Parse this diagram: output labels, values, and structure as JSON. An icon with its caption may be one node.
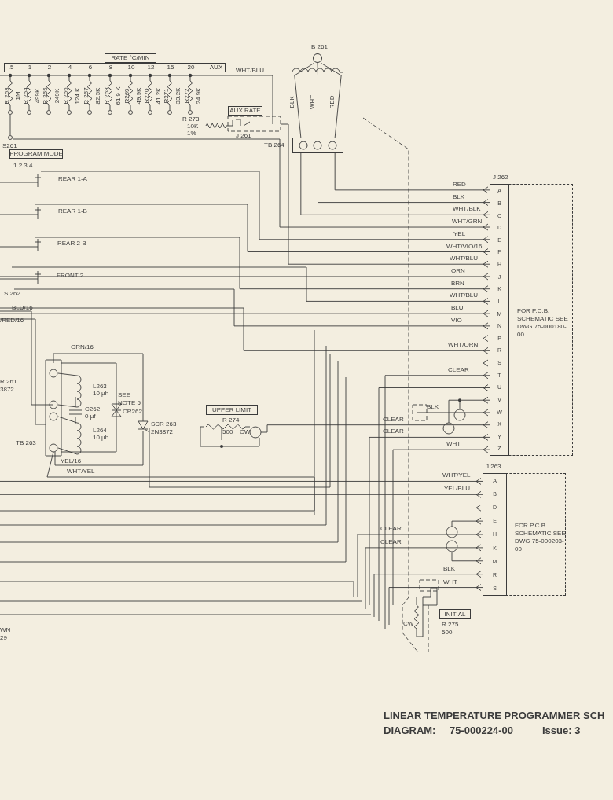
{
  "diagram": {
    "title": "LINEAR TEMPERATURE PROGRAMMER SCH",
    "nodes": [
      {
        "text": [
          "RATE °C/MIN"
        ]
      },
      {
        "text": [
          ".5",
          "1",
          "2",
          "4",
          "6",
          "8",
          "10",
          "12",
          "15",
          "20",
          "AUX"
        ]
      },
      {
        "text": [
          "AUX RATE"
        ]
      },
      {
        "text": [
          "PROGRAM MODE"
        ],
        "beside": [
          "1 2 3 4"
        ]
      },
      {
        "text": [],
        "shape": "circle",
        "beside": [
          "B 261"
        ]
      },
      {
        "text": [],
        "shape": "box",
        "beside": [
          "TB 264"
        ]
      },
      {
        "text": [
          "J 262",
          "FOR P.C.B. SCHEMATIC SEE DWG 75-000180-00"
        ]
      },
      {
        "text": [
          "A",
          "B",
          "C",
          "D",
          "E",
          "F",
          "H",
          "J",
          "K",
          "L",
          "M",
          "N",
          "P",
          "R",
          "S",
          "T",
          "U",
          "V",
          "W",
          "X",
          "Y",
          "Z"
        ],
        "in": 6
      },
      {
        "text": [
          "J 263",
          "FOR P.C.B. SCHEMATIC SEE DWG 75-000203-00"
        ]
      },
      {
        "text": [
          "A",
          "B",
          "D",
          "E",
          "H",
          "K",
          "M",
          "R",
          "S"
        ],
        "in": 8
      },
      {
        "text": [
          "UPPER LIMIT"
        ],
        "beside": [
          "R 274"
        ]
      },
      {
        "text": [
          "INITIAL"
        ],
        "beside": [
          "R 275",
          "500"
        ]
      }
    ],
    "edges": [
      {
        "from": 4,
        "to": 5,
        "arrow": "none",
        "label": "BLK"
      },
      {
        "from": 4,
        "to": 5,
        "arrow": "none",
        "label": "WHT"
      },
      {
        "from": 4,
        "to": 5,
        "arrow": "none",
        "label": "RED"
      },
      {
        "from": 5,
        "to": 7,
        "arrow": "other",
        "label": "RED"
      },
      {
        "from": 5,
        "to": 7,
        "arrow": "other",
        "label": "BLK"
      },
      {
        "from": 5,
        "to": 7,
        "arrow": "other",
        "label": "WHT/BLK"
      }
    ],
    "labels": [
      "R 263",
      "1M",
      "R 264",
      "499K",
      "R 265",
      "249K",
      "R 266",
      "124 K",
      "R 267",
      "82.5K",
      "R 268",
      "61.9 K",
      "R269",
      "49.9K",
      "R270",
      "41.2K",
      "R271",
      "33.2K",
      "R272",
      "24.9K",
      "WHT/BLU",
      "R 273",
      "10K",
      "1%",
      "J 261",
      "S261",
      "REAR 1-A",
      "REAR 1-B",
      "REAR 2-B",
      "FRONT 2",
      "S 262",
      "BLU/16",
      "/RED/16",
      "R 261",
      "3872",
      "GRN/16",
      "L263",
      "10 µh",
      "C262",
      "0 µf",
      "L264",
      "10 µh",
      "SEE NOTE 5",
      "CR262",
      "SCR 263",
      "2N3872",
      "TB 263",
      "YEL/16",
      "WHT/YEL",
      "500",
      "CW",
      "WHT/GRN",
      "YEL",
      "WHT/VIO/16",
      "WHT/BLU",
      "ORN",
      "BRN",
      "WHT/BLU",
      "BLU",
      "VIO",
      "WHT/ORN",
      "CLEAR",
      "BLK",
      "CLEAR",
      "CLEAR",
      "WHT",
      "WHT/YEL",
      "YEL/BLU",
      "CLEAR",
      "CLEAR",
      "BLK",
      "WHT",
      "CW",
      "WN",
      "29",
      "DIAGRAM:",
      "75-000224-00",
      "Issue: 3"
    ]
  }
}
